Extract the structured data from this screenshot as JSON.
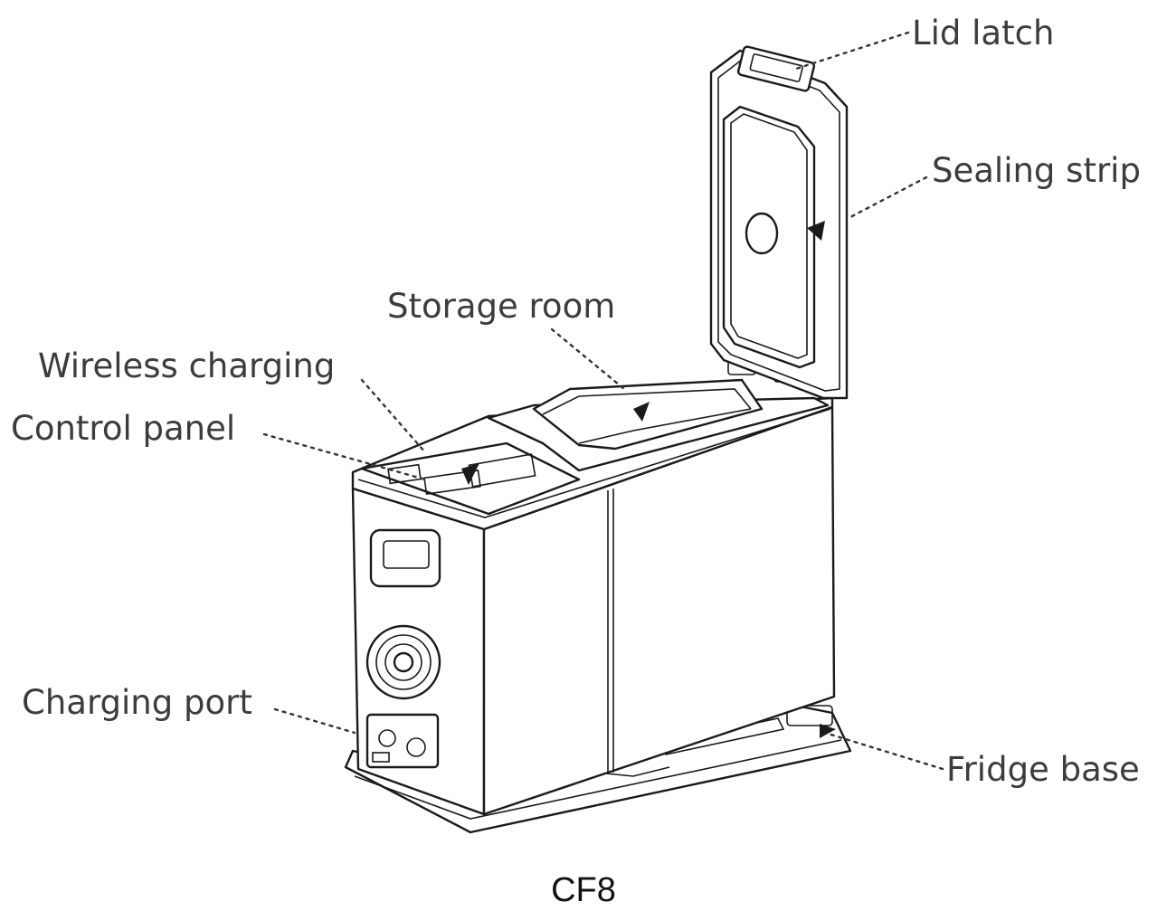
{
  "labels": {
    "lid_latch": "Lid latch",
    "sealing_strip": "Sealing strip",
    "storage_room": "Storage room",
    "wireless_charging": "Wireless charging",
    "control_panel": "Control panel",
    "charging_port": "Charging port",
    "fridge_base": "Fridge base"
  },
  "caption": "CF8"
}
